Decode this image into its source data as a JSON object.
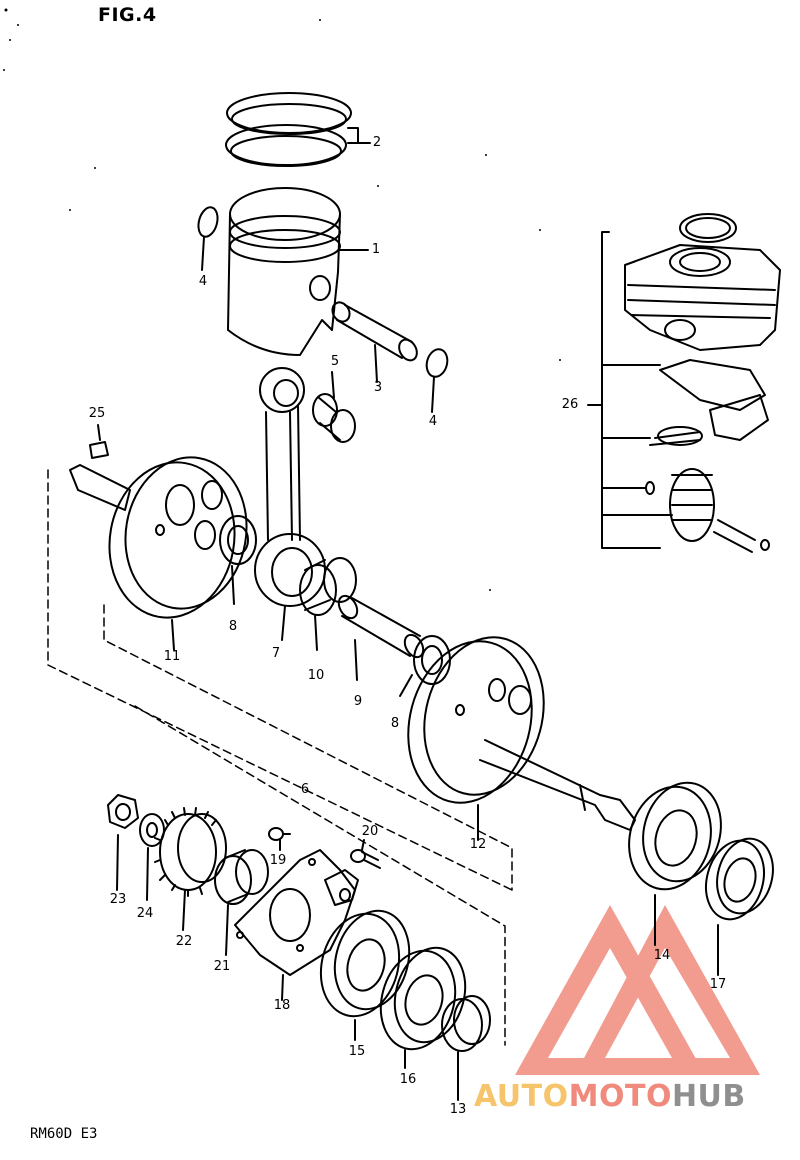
{
  "figure": {
    "title": "FIG.4",
    "model_code": "RM60D E3"
  },
  "watermark": {
    "brand_part1": "AUTO",
    "brand_part2": "MOTO",
    "brand_part3": "HUB",
    "color_part1": "#f6c46a",
    "color_part2": "#f08a7c",
    "color_part3": "#8f8f8f",
    "logo_color": "#f08a7c"
  },
  "callouts": {
    "c1": "1",
    "c2": "2",
    "c3": "3",
    "c4a": "4",
    "c4b": "4",
    "c5": "5",
    "c6": "6",
    "c7": "7",
    "c8a": "8",
    "c8b": "8",
    "c9": "9",
    "c10": "10",
    "c11": "11",
    "c12": "12",
    "c13": "13",
    "c14": "14",
    "c15": "15",
    "c16": "16",
    "c17": "17",
    "c18": "18",
    "c19": "19",
    "c20": "20",
    "c21": "21",
    "c22": "22",
    "c23": "23",
    "c24": "24",
    "c25": "25",
    "c26": "26"
  }
}
